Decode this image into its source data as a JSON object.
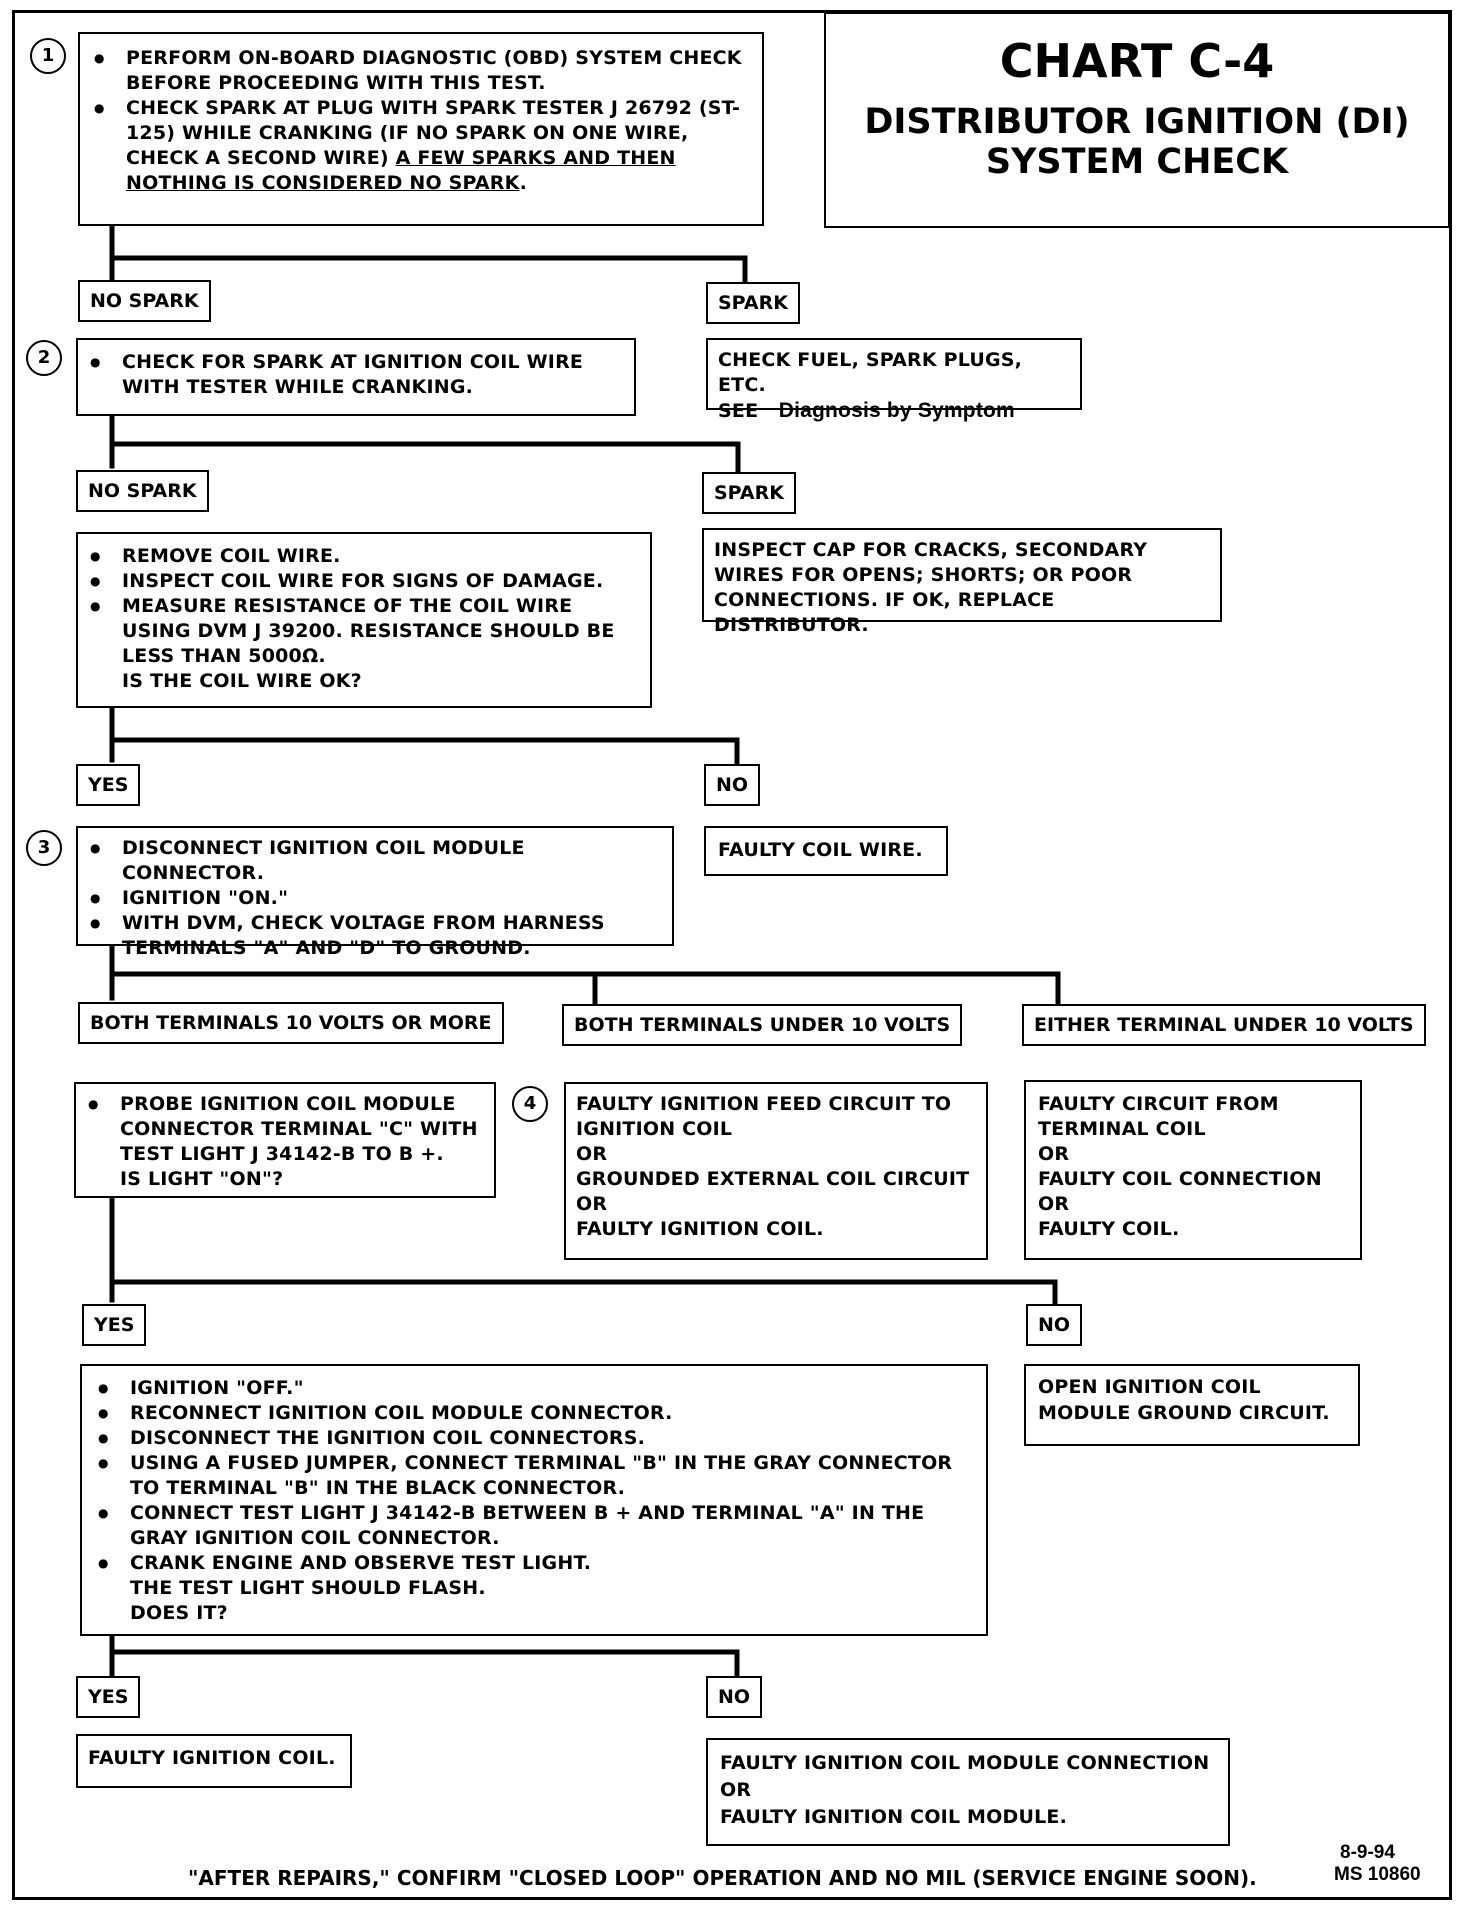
{
  "title": {
    "line1": "CHART C-4",
    "line2": "DISTRIBUTOR IGNITION (DI)",
    "line3": "SYSTEM CHECK"
  },
  "step_numbers": [
    "1",
    "2",
    "3",
    "4"
  ],
  "step1": {
    "b1": "PERFORM ON-BOARD DIAGNOSTIC (OBD) SYSTEM CHECK BEFORE PROCEEDING WITH THIS TEST.",
    "b2_pre": "CHECK SPARK AT PLUG WITH SPARK TESTER J 26792 (ST-125) WHILE CRANKING (IF NO SPARK ON ONE WIRE, CHECK A SECOND WIRE) ",
    "b2_ul": "A FEW SPARKS AND THEN NOTHING IS CONSIDERED NO SPARK",
    "b2_post": "."
  },
  "labels": {
    "no_spark_1": "NO SPARK",
    "spark_1": "SPARK",
    "no_spark_2": "NO SPARK",
    "spark_2": "SPARK",
    "yes_1": "YES",
    "no_1": "NO",
    "both_10_more": "BOTH TERMINALS 10 VOLTS OR MORE",
    "both_under_10": "BOTH TERMINALS UNDER 10 VOLTS",
    "either_under_10": "EITHER TERMINAL UNDER 10 VOLTS",
    "yes_2": "YES",
    "no_2": "NO",
    "yes_3": "YES",
    "no_3": "NO"
  },
  "check_fuel": {
    "line1": "CHECK FUEL, SPARK PLUGS, ETC.",
    "see": "SEE",
    "ref": "Diagnosis by Symptom"
  },
  "step2": {
    "b1": "CHECK FOR SPARK AT IGNITION COIL WIRE WITH TESTER WHILE CRANKING."
  },
  "inspect_cap": "INSPECT CAP FOR CRACKS, SECONDARY WIRES FOR OPENS; SHORTS; OR POOR CONNECTIONS. IF OK, REPLACE DISTRIBUTOR.",
  "coil_wire": {
    "b1": "REMOVE COIL WIRE.",
    "b2": "INSPECT COIL WIRE FOR SIGNS OF DAMAGE.",
    "b3": "MEASURE RESISTANCE OF THE COIL WIRE USING DVM J 39200. RESISTANCE SHOULD BE LESS THAN 5000Ω.",
    "q": "IS THE COIL WIRE OK?"
  },
  "faulty_coil_wire": "FAULTY COIL WIRE.",
  "step3": {
    "b1": "DISCONNECT IGNITION COIL MODULE CONNECTOR.",
    "b2": "IGNITION \"ON.\"",
    "b3": "WITH DVM, CHECK VOLTAGE FROM HARNESS TERMINALS \"A\" AND \"D\" TO GROUND."
  },
  "probe": {
    "b1": "PROBE IGNITION COIL MODULE CONNECTOR TERMINAL \"C\" WITH TEST LIGHT J 34142-B TO B +.",
    "q": "IS LIGHT \"ON\"?"
  },
  "step4_box": [
    "FAULTY IGNITION FEED CIRCUIT TO IGNITION COIL",
    "OR",
    "GROUNDED EXTERNAL COIL CIRCUIT",
    "OR",
    "FAULTY IGNITION COIL."
  ],
  "either_box": [
    "FAULTY CIRCUIT FROM TERMINAL COIL",
    "OR",
    "FAULTY COIL CONNECTION",
    "OR",
    "FAULTY COIL."
  ],
  "open_ground": "OPEN IGNITION COIL MODULE GROUND CIRCUIT.",
  "big_box": {
    "b1": "IGNITION \"OFF.\"",
    "b2": "RECONNECT IGNITION COIL MODULE CONNECTOR.",
    "b3": "DISCONNECT THE IGNITION COIL CONNECTORS.",
    "b4": "USING A FUSED JUMPER, CONNECT TERMINAL \"B\" IN THE GRAY CONNECTOR TO TERMINAL \"B\" IN THE BLACK CONNECTOR.",
    "b5": "CONNECT TEST LIGHT J 34142-B BETWEEN B + AND TERMINAL \"A\" IN THE GRAY IGNITION COIL CONNECTOR.",
    "b6": "CRANK ENGINE AND OBSERVE TEST LIGHT.",
    "l7": "THE TEST LIGHT SHOULD FLASH.",
    "l8": "DOES IT?"
  },
  "faulty_ign_coil": "FAULTY IGNITION COIL.",
  "faulty_module": [
    "FAULTY IGNITION COIL MODULE CONNECTION",
    "OR",
    "FAULTY IGNITION COIL MODULE."
  ],
  "footer": {
    "note": "\"AFTER REPAIRS,\" CONFIRM \"CLOSED LOOP\" OPERATION AND NO MIL (SERVICE ENGINE SOON).",
    "date": "8-9-94",
    "code": "MS 10860"
  }
}
